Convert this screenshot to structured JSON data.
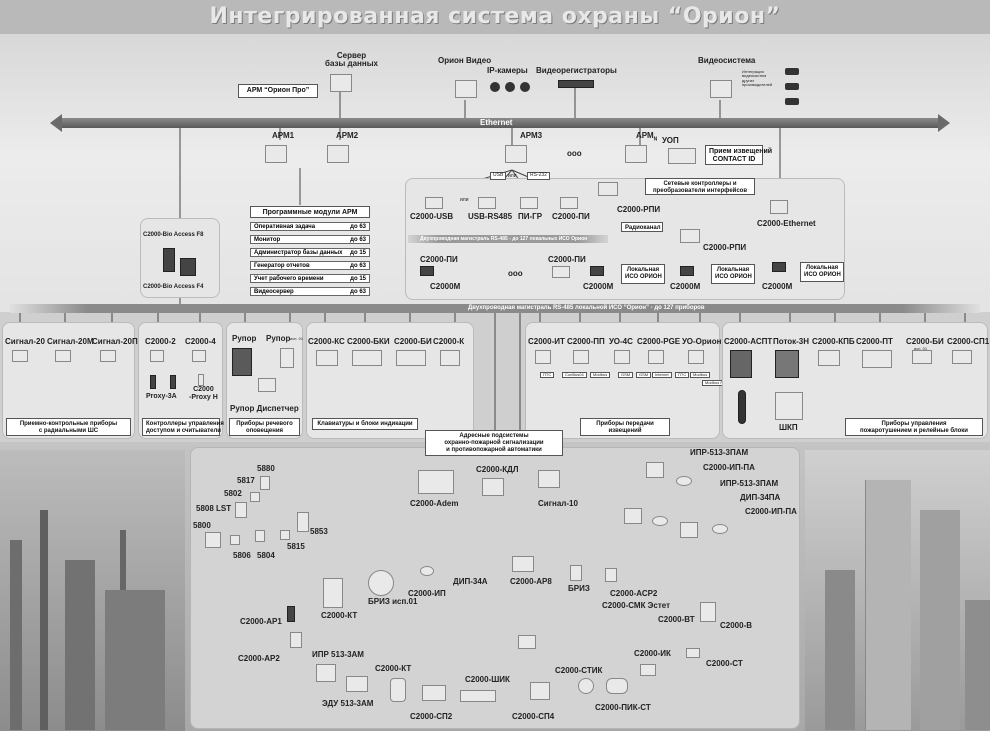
{
  "title": "Интегрированная система охраны “Орион”",
  "top": {
    "server": "Сервер\nбазы данных",
    "arm_pro": "АРМ “Орион Про”",
    "orion_video": "Орион Видео",
    "ip_cams": "IP-камеры",
    "video_rec": "Видеорегистраторы",
    "videosystem": "Видеосистема",
    "integration_note": "Интеграция\nвидеосистем\nдругих\nпроизводителей",
    "ethernet": "Ethernet",
    "arm1": "АРМ1",
    "arm2": "АРМ2",
    "arm3": "АРМ3",
    "arm_n": "АРМ",
    "arm_n_sub": "N",
    "ellipsis": "ooo",
    "uop": "УОП",
    "contact_id": "Прием извещений\nCONTACT ID",
    "net_controllers": "Сетевые контроллеры и\nпреобразователи интерфейсов"
  },
  "modules": {
    "header": "Программные модули АРМ",
    "rows": [
      {
        "name": "Оперативная задача",
        "limit": "до 63"
      },
      {
        "name": "Монитор",
        "limit": "до 63"
      },
      {
        "name": "Администратор базы данных",
        "limit": "до 15"
      },
      {
        "name": "Генератор отчетов",
        "limit": "до 63"
      },
      {
        "name": "Учет рабочего времени",
        "limit": "до 15"
      },
      {
        "name": "Видеосервер",
        "limit": "до 63"
      }
    ]
  },
  "bio": {
    "f8": "C2000-Bio Access F8",
    "f4": "C2000-Bio Access F4"
  },
  "interfaces": {
    "usb_tag": "USB",
    "or1": "или",
    "rs232_tag": "RS-232",
    "or2": "или",
    "c2000_usb": "С2000-USB",
    "usb_rs485": "USB-RS485",
    "pi_gr": "ПИ-ГР",
    "c2000_pi": "С2000-ПИ",
    "c2000_rpi": "С2000-РПИ",
    "radiokanal": "Радиоканал",
    "c2000_rpi2": "С2000-РПИ",
    "c2000_ethernet": "С2000-Ethernet",
    "rs485_local": "Двухпроводная магистраль RS-485 - до 127 локальных ИСО Орион",
    "c2000_pi_a": "С2000-ПИ",
    "c2000_pi_b": "С2000-ПИ",
    "c2000m_1": "С2000М",
    "c2000m_2": "С2000М",
    "c2000m_3": "С2000М",
    "c2000m_4": "С2000М",
    "local_iso_1": "Локальная\nИСО ОРИОН",
    "local_iso_2": "Локальная\nИСО ОРИОН",
    "local_iso_3": "Локальная\nИСО ОРИОН",
    "ooo2": "ooo"
  },
  "bus_main": "Двухпроводная магистраль RS-485 локальной ИСО “Орион” - до 127 приборов",
  "groups": {
    "g1": {
      "devices": [
        "Сигнал-20",
        "Сигнал-20М",
        "Сигнал-20П"
      ],
      "caption": "Приемно-контрольные приборы\nс радиальными ШС"
    },
    "g2": {
      "devices": [
        "С2000-2",
        "С2000-4"
      ],
      "extra1": "Proxy-3A",
      "extra2": "С2000\n-Proxy H",
      "caption": "Контроллеры управления\nдоступом и считыватели"
    },
    "g3": {
      "devices": [
        "Рупор",
        "Рупор"
      ],
      "sub": "исп. 01",
      "extra": "Рупор Диспетчер",
      "caption": "Приборы речевого\nоповещения"
    },
    "g4": {
      "devices": [
        "С2000-КС",
        "С2000-БКИ",
        "С2000-БИ",
        "С2000-К"
      ],
      "caption": "Клавиатуры и блоки индикации"
    },
    "g5": {
      "devices": [
        "С2000-ИТ",
        "С2000-ПП",
        "УО-4С",
        "С2000-PGE",
        "УО-Орион"
      ],
      "tags": [
        "ПТС",
        "ConBus04",
        "Modbus",
        "GSM",
        "GSM",
        "Internet",
        "ПТС",
        "Modbus",
        "Modbus RTU"
      ],
      "caption": "Приборы передачи\nизвещений"
    },
    "g6": {
      "devices": [
        "С2000-АСПТ",
        "Поток-3Н",
        "С2000-КПБ",
        "С2000-ПТ",
        "С2000-БИ",
        "С2000-СП1"
      ],
      "sub": "исп. 01",
      "extra": "ШКП",
      "caption": "Приборы управления\nпожаротушением и релейные блоки"
    }
  },
  "address": {
    "caption": "Адресные подсистемы\nохранно-пожарной сигнализации\nи противопожарной автоматики",
    "c2000_kdl": "С2000-КДЛ",
    "c2000_adem": "С2000-Adem",
    "signal10": "Сигнал-10",
    "radio": [
      "5880",
      "5817",
      "5802",
      "5808 LST",
      "5800",
      "5806",
      "5804",
      "5815",
      "5853"
    ],
    "right": [
      "ИПР-513-3ПАМ",
      "С2000-ИП-ПА",
      "ИПР-513-3ПАМ",
      "ДИП-34ПА",
      "С2000-ИП-ПА"
    ],
    "ring": [
      "ДИП-34А",
      "С2000-АР8",
      "С2000-ИП",
      "БРИЗ",
      "С2000-АСР2",
      "БРИЗ исп.01",
      "С2000-СМК Эстет",
      "С2000-КТ",
      "С2000-ВТ",
      "С2000-В",
      "С2000-АР1",
      "С2000-ИК",
      "С2000-СТ",
      "С2000-АР2",
      "ИПР 513-3АМ",
      "С2000-КТ",
      "С2000-СТИК",
      "С2000-ШИК",
      "ЭДУ 513-3АМ",
      "С2000-ПИК-СТ",
      "С2000-СП2",
      "С2000-СП4"
    ]
  }
}
